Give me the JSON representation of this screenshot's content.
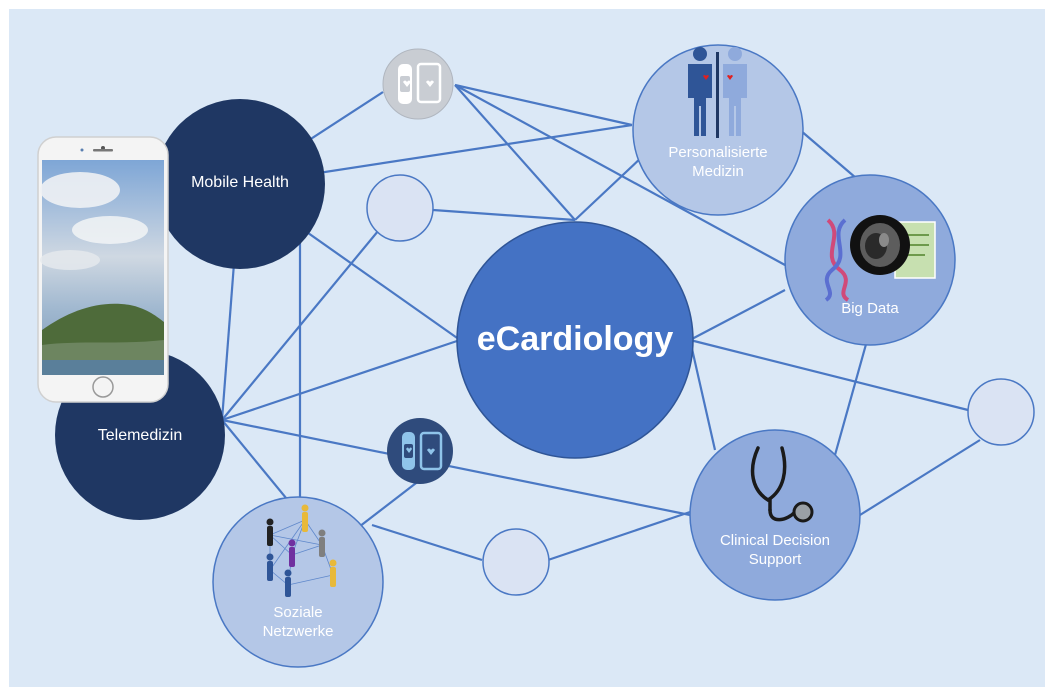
{
  "colors": {
    "background": "#dbe8f6",
    "line": "#4a78c4",
    "dark_node": "#1f3763",
    "center_node": "#4472c4",
    "light_node": "#b4c7e7",
    "empty_node": "#dae3f3",
    "empty_node_stroke": "#4a78c4",
    "text": "#ffffff"
  },
  "nodes": {
    "center": {
      "label": "eCardiology"
    },
    "mobile_health": {
      "label": "Mobile Health"
    },
    "telemedizin": {
      "label": "Telemedizin"
    },
    "personalisierte_medizin": {
      "label": "Personalisierte Medizin",
      "line1": "Personalisierte",
      "line2": "Medizin",
      "icon": "person-mirror-icon"
    },
    "big_data": {
      "label": "Big Data",
      "icon": "dna-mri-icon"
    },
    "clinical_decision_support": {
      "label": "Clinical Decision Support",
      "line1": "Clinical Decision",
      "line2": "Support",
      "icon": "stethoscope-icon"
    },
    "soziale_netzwerke": {
      "label": "Soziale Netzwerke",
      "line1": "Soziale",
      "line2": "Netzwerke",
      "icon": "social-network-icon"
    },
    "wearable_top": {
      "icon": "wearable-phone-icon"
    },
    "wearable_bottom": {
      "icon": "wearable-phone-icon"
    }
  },
  "phone": {
    "icon": "smartphone-icon"
  }
}
